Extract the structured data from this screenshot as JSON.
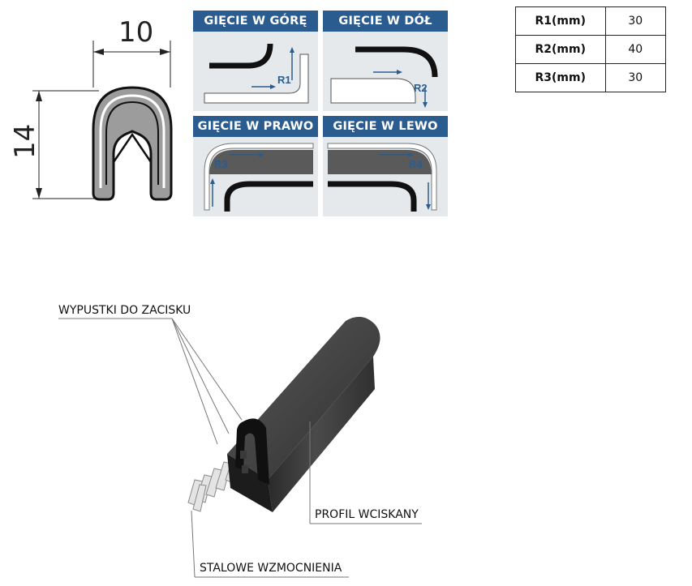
{
  "dimensions": {
    "width_label": "10",
    "height_label": "14"
  },
  "bend_panels": [
    {
      "title": "GIĘCIE W GÓRĘ",
      "radius_label": "R1"
    },
    {
      "title": "GIĘCIE W DÓŁ",
      "radius_label": "R2"
    },
    {
      "title": "GIĘCIE W PRAWO",
      "radius_label": "R3"
    },
    {
      "title": "GIĘCIE W LEWO",
      "radius_label": "R4"
    }
  ],
  "radius_table": [
    {
      "key": "R1(mm)",
      "value": "30"
    },
    {
      "key": "R2(mm)",
      "value": "40"
    },
    {
      "key": "R3(mm)",
      "value": "30"
    }
  ],
  "callouts": {
    "clamp_tabs": "WYPUSTKI DO ZACISKU",
    "profile": "PROFIL WCISKANY",
    "steel": "STALOWE WZMOCNIENIA"
  },
  "colors": {
    "panel_header": "#2b5c8f",
    "panel_bg": "#e6e9ec",
    "profile_black": "#222222"
  }
}
